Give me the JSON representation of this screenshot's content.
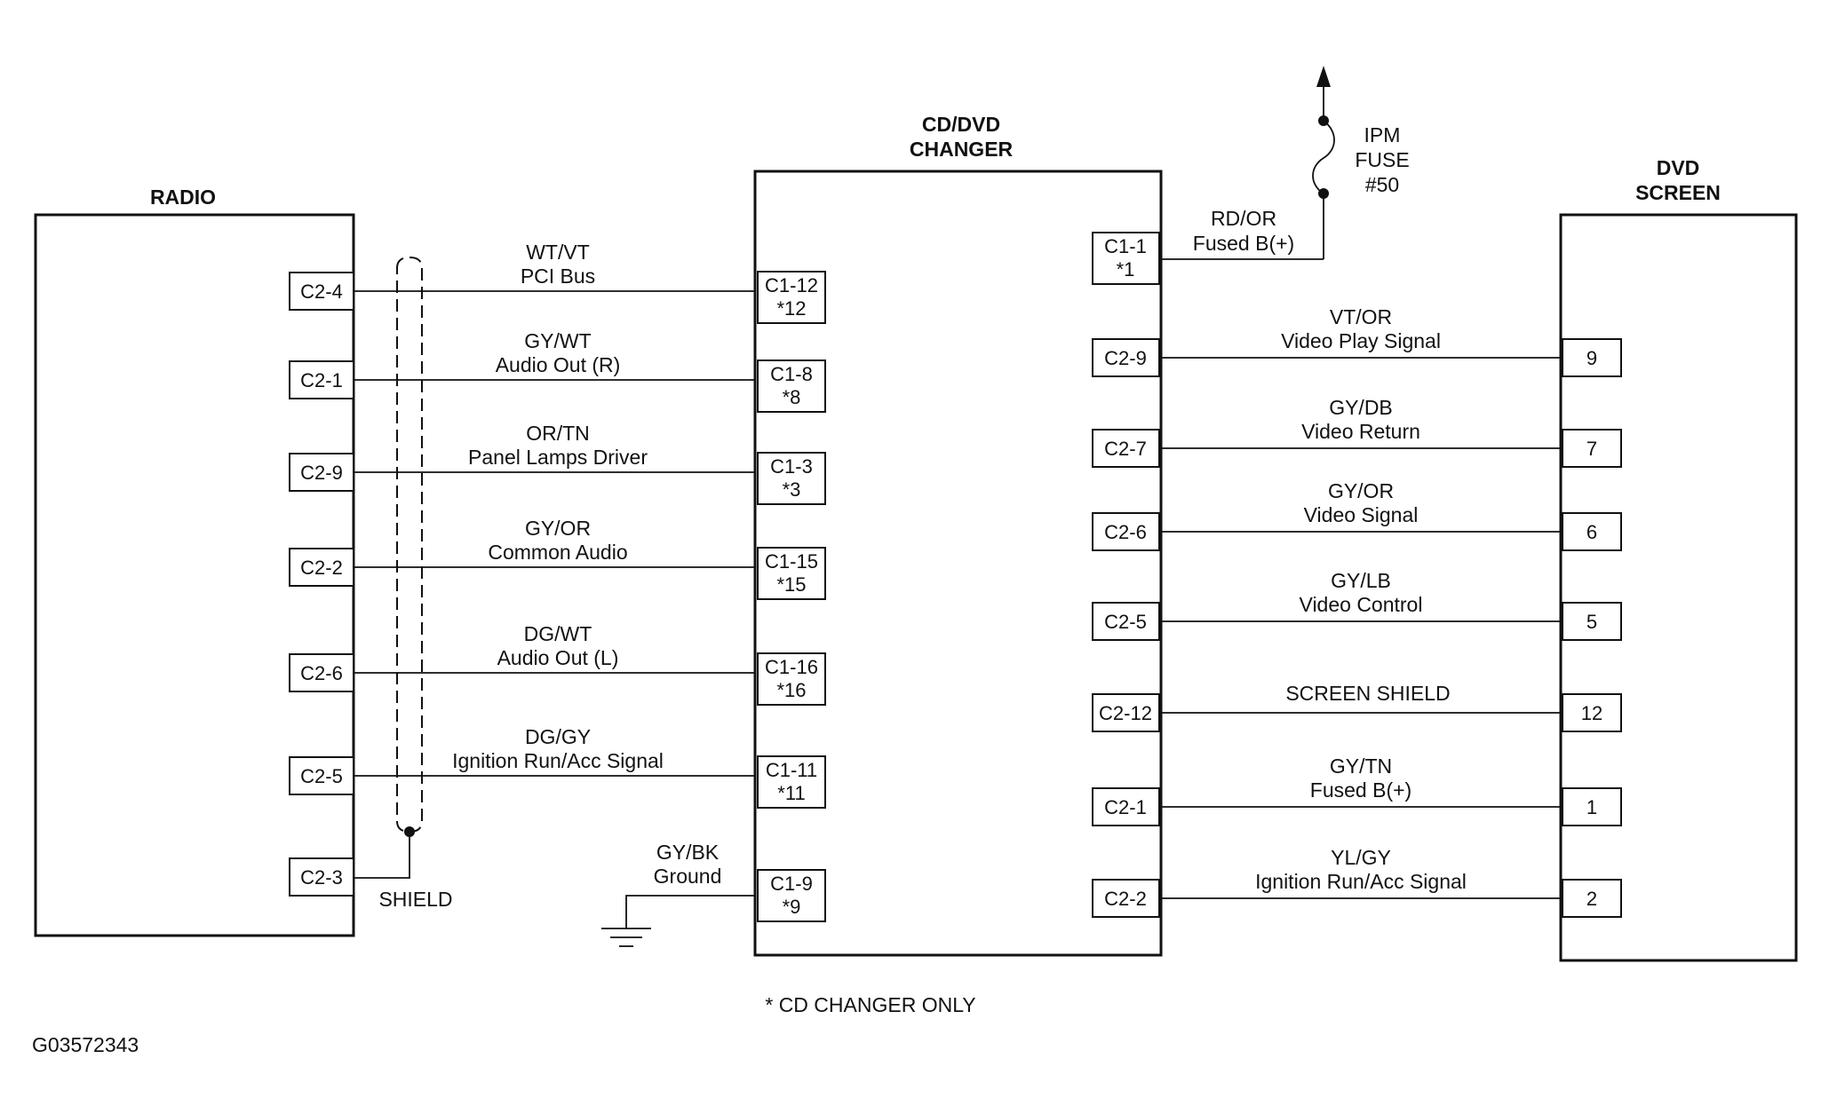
{
  "components": {
    "radio": "RADIO",
    "changer_line1": "CD/DVD",
    "changer_line2": "CHANGER",
    "screen_line1": "DVD",
    "screen_line2": "SCREEN",
    "fuse_line1": "IPM",
    "fuse_line2": "FUSE",
    "fuse_line3": "#50"
  },
  "radio_connections": [
    {
      "radio_pin": "C2-4",
      "color": "WT/VT",
      "signal": "PCI Bus",
      "changer_pin": "C1-12",
      "changer_note": "*12"
    },
    {
      "radio_pin": "C2-1",
      "color": "GY/WT",
      "signal": "Audio Out (R)",
      "changer_pin": "C1-8",
      "changer_note": "*8"
    },
    {
      "radio_pin": "C2-9",
      "color": "OR/TN",
      "signal": "Panel Lamps Driver",
      "changer_pin": "C1-3",
      "changer_note": "*3"
    },
    {
      "radio_pin": "C2-2",
      "color": "GY/OR",
      "signal": "Common Audio",
      "changer_pin": "C1-15",
      "changer_note": "*15"
    },
    {
      "radio_pin": "C2-6",
      "color": "DG/WT",
      "signal": "Audio Out (L)",
      "changer_pin": "C1-16",
      "changer_note": "*16"
    },
    {
      "radio_pin": "C2-5",
      "color": "DG/GY",
      "signal": "Ignition Run/Acc Signal",
      "changer_pin": "C1-11",
      "changer_note": "*11"
    }
  ],
  "shield": {
    "radio_pin": "C2-3",
    "label": "SHIELD"
  },
  "ground": {
    "color": "GY/BK",
    "signal": "Ground",
    "changer_pin": "C1-9",
    "changer_note": "*9"
  },
  "fuse_feed": {
    "changer_pin": "C1-1",
    "changer_note": "*1",
    "color": "RD/OR",
    "signal": "Fused B(+)"
  },
  "screen_connections": [
    {
      "changer_pin": "C2-9",
      "color": "VT/OR",
      "signal": "Video Play Signal",
      "screen_pin": "9"
    },
    {
      "changer_pin": "C2-7",
      "color": "GY/DB",
      "signal": "Video Return",
      "screen_pin": "7"
    },
    {
      "changer_pin": "C2-6",
      "color": "GY/OR",
      "signal": "Video Signal",
      "screen_pin": "6"
    },
    {
      "changer_pin": "C2-5",
      "color": "GY/LB",
      "signal": "Video Control",
      "screen_pin": "5"
    },
    {
      "changer_pin": "C2-12",
      "color": "",
      "signal": "SCREEN SHIELD",
      "screen_pin": "12"
    },
    {
      "changer_pin": "C2-1",
      "color": "GY/TN",
      "signal": "Fused B(+)",
      "screen_pin": "1"
    },
    {
      "changer_pin": "C2-2",
      "color": "YL/GY",
      "signal": "Ignition Run/Acc Signal",
      "screen_pin": "2"
    }
  ],
  "footnote": "* CD CHANGER ONLY",
  "figure_id": "G03572343"
}
